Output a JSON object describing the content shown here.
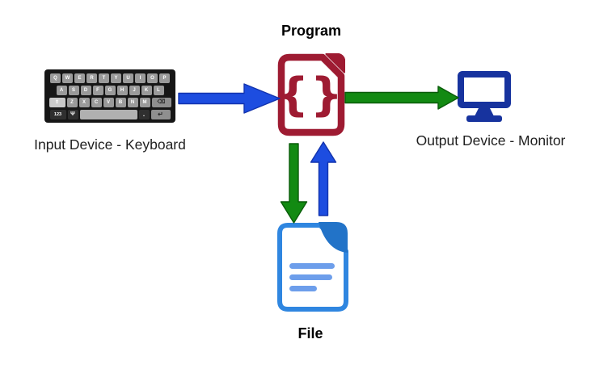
{
  "colors": {
    "program_red": "#9e1b32",
    "monitor_navy": "#17339e",
    "file_blue": "#2f86e0",
    "file_fold_blue": "#2273c8",
    "file_line_blue": "#6d9eeb",
    "arrow_blue": "#1d4de0",
    "arrow_green": "#128a12"
  },
  "nodes": {
    "program": {
      "label": "Program",
      "icon_glyph": "{}"
    },
    "keyboard": {
      "label": "Input Device - Keyboard"
    },
    "monitor": {
      "label": "Output Device - Monitor"
    },
    "file": {
      "label": "File"
    }
  },
  "arrows": {
    "keyboard_to_program": {
      "from": "keyboard",
      "to": "program",
      "direction": "right"
    },
    "program_to_monitor": {
      "from": "program",
      "to": "monitor",
      "direction": "right"
    },
    "program_to_file": {
      "from": "program",
      "to": "file",
      "direction": "down"
    },
    "file_to_program": {
      "from": "file",
      "to": "program",
      "direction": "up"
    }
  },
  "keyboard": {
    "rows": [
      [
        {
          "g": "Q"
        },
        {
          "g": "W"
        },
        {
          "g": "E"
        },
        {
          "g": "R"
        },
        {
          "g": "T"
        },
        {
          "g": "Y"
        },
        {
          "g": "U"
        },
        {
          "g": "I"
        },
        {
          "g": "O"
        },
        {
          "g": "P"
        }
      ],
      [
        {
          "g": "A"
        },
        {
          "g": "S"
        },
        {
          "g": "D"
        },
        {
          "g": "F"
        },
        {
          "g": "G"
        },
        {
          "g": "H"
        },
        {
          "g": "J"
        },
        {
          "g": "K"
        },
        {
          "g": "L"
        }
      ],
      [
        {
          "g": "⇧",
          "kind": "shift",
          "name": "shift"
        },
        {
          "g": "Z"
        },
        {
          "g": "X"
        },
        {
          "g": "C"
        },
        {
          "g": "V"
        },
        {
          "g": "B"
        },
        {
          "g": "N"
        },
        {
          "g": "M"
        },
        {
          "g": "⌫",
          "kind": "backspace",
          "name": "backspace"
        }
      ],
      [
        {
          "g": "123",
          "kind": "num",
          "name": "numbers"
        },
        {
          "g": "Ψ",
          "kind": "mic",
          "name": "mic"
        },
        {
          "g": "",
          "kind": "space",
          "name": "space"
        },
        {
          "g": ".",
          "kind": "period",
          "name": "period"
        },
        {
          "g": "↵",
          "kind": "enter",
          "name": "enter"
        }
      ]
    ]
  }
}
